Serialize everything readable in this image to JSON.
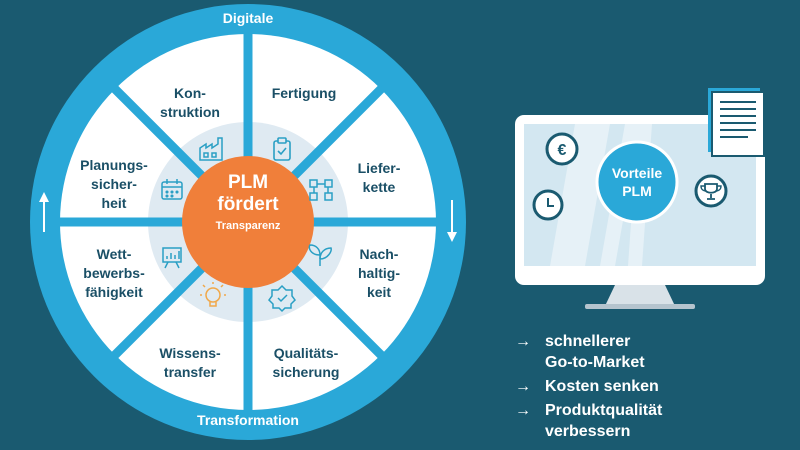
{
  "wheel": {
    "ring_top": "Digitale",
    "ring_bottom": "Transformation",
    "center": {
      "line1": "PLM",
      "line2": "fördert",
      "line3": "Transparenz"
    },
    "segments": [
      {
        "lines": [
          "Fertigung"
        ],
        "icon": "clipboard-check-icon"
      },
      {
        "lines": [
          "Liefer-",
          "kette"
        ],
        "icon": "supply-chain-icon"
      },
      {
        "lines": [
          "Nach-",
          "haltig-",
          "keit"
        ],
        "icon": "leaves-icon"
      },
      {
        "lines": [
          "Qualitäts-",
          "sicherung"
        ],
        "icon": "quality-badge-icon"
      },
      {
        "lines": [
          "Wissens-",
          "transfer"
        ],
        "icon": "lightbulb-icon"
      },
      {
        "lines": [
          "Wett-",
          "bewerbs-",
          "fähigkeit"
        ],
        "icon": "presentation-chart-icon"
      },
      {
        "lines": [
          "Planungs-",
          "sicher-",
          "heit"
        ],
        "icon": "calendar-icon"
      },
      {
        "lines": [
          "Kon-",
          "struktion"
        ],
        "icon": "factory-icon"
      }
    ]
  },
  "monitor": {
    "label_line1": "Vorteile",
    "label_line2": "PLM",
    "icons": [
      "euro-icon",
      "clock-icon",
      "trophy-icon",
      "document-icon"
    ]
  },
  "benefits": [
    {
      "arrow": "→",
      "lines": [
        "schnellerer",
        "Go-to-Market"
      ]
    },
    {
      "arrow": "→",
      "lines": [
        "Kosten senken"
      ]
    },
    {
      "arrow": "→",
      "lines": [
        "Produktqualität",
        "verbessern"
      ]
    }
  ],
  "colors": {
    "background": "#1a5a70",
    "ring": "#2aa8d8",
    "segment": "#ffffff",
    "inner_disc": "#dfeaf2",
    "center": "#f07f3a",
    "text_dark": "#1a4f66",
    "icon_teal": "#2a9fc4"
  }
}
